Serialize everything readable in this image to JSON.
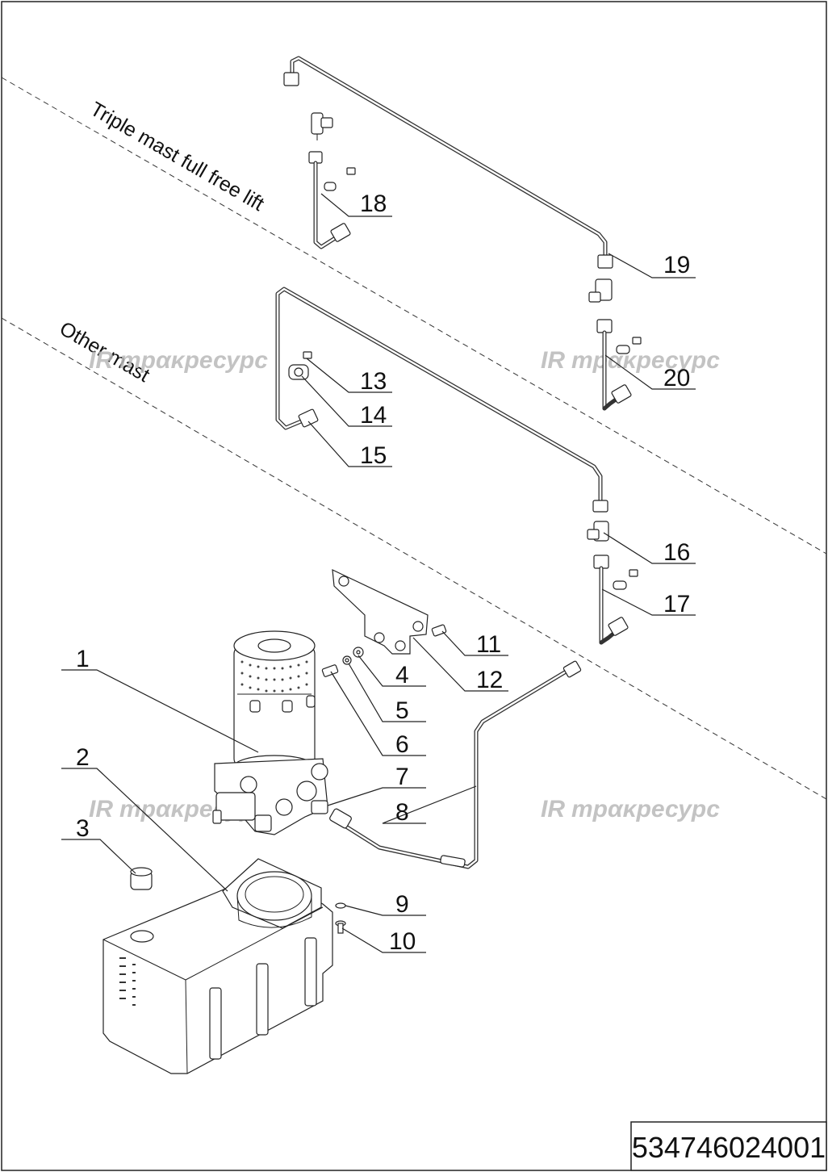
{
  "zones": {
    "triple": "Triple mast full free lift",
    "other": "Other mast"
  },
  "watermark": "трακресурс",
  "drawing_code": "534746024001",
  "callouts": [
    "1",
    "2",
    "3",
    "4",
    "5",
    "6",
    "7",
    "8",
    "9",
    "10",
    "11",
    "12",
    "13",
    "14",
    "15",
    "16",
    "17",
    "18",
    "19",
    "20"
  ]
}
